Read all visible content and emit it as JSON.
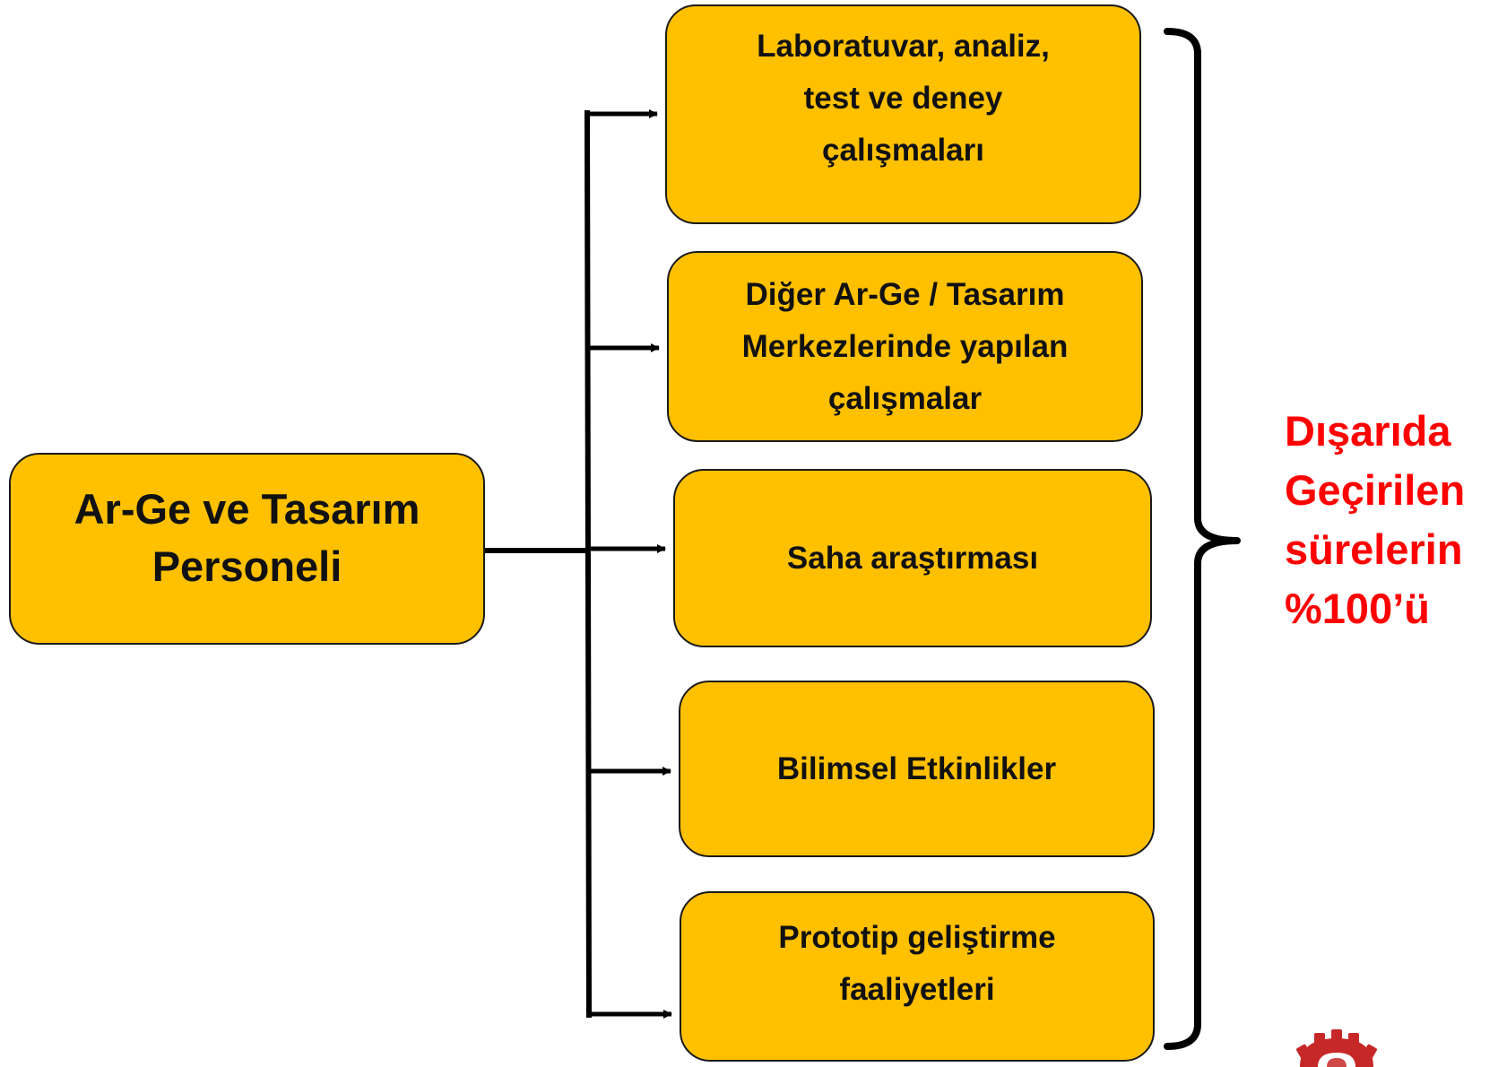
{
  "diagram": {
    "source": {
      "label": "Ar-Ge ve Tasarım\nPersoneli"
    },
    "targets": [
      {
        "label": "Laboratuvar, analiz,\ntest ve deney\nçalışmaları"
      },
      {
        "label": "Diğer Ar-Ge / Tasarım\nMerkezlerinde yapılan\nçalışmalar"
      },
      {
        "label": "Saha araştırması"
      },
      {
        "label": "Bilimsel Etkinlikler"
      },
      {
        "label": "Prototip geliştirme\nfaaliyetleri"
      }
    ],
    "result": {
      "lines": [
        "Dışarıda",
        "Geçirilen",
        "sürelerin",
        "%100’ü"
      ]
    }
  },
  "colors": {
    "box_fill": "#FFC000",
    "box_border": "#1a1a1a",
    "connector": "#000000",
    "result_text": "#FF0000",
    "logo": "#C62828"
  },
  "icons": {
    "logo": "gear-logo"
  }
}
